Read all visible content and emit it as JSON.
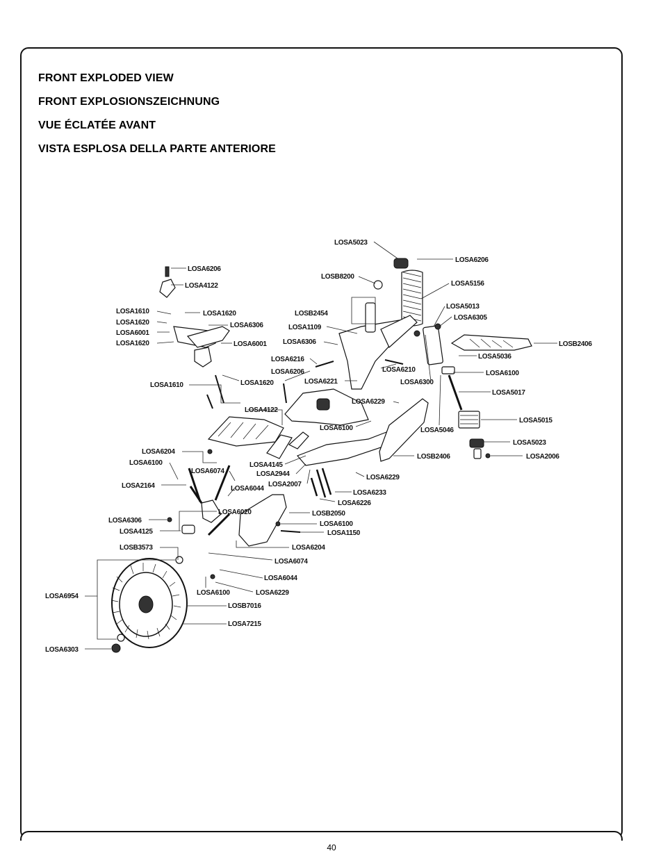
{
  "titles": {
    "en": "FRONT EXPLODED VIEW",
    "de": "FRONT EXPLOSIONSZEICHNUNG",
    "fr": "VUE ÉCLATÉE AVANT",
    "it": "VISTA ESPLOSA DELLA PARTE ANTERIORE"
  },
  "page_number": "40",
  "part_labels": [
    "LOSA5023",
    "LOSA6206",
    "LOSA6206",
    "LOSB8200",
    "LOSA5156",
    "LOSA4122",
    "LOSA1610",
    "LOSA1620",
    "LOSA1620",
    "LOSA6306",
    "LOSA6001",
    "LOSA1620",
    "LOSA6001",
    "LOSB2454",
    "LOSA5013",
    "LOSA6305",
    "LOSA1109",
    "LOSA6306",
    "LOSB2406",
    "LOSA5036",
    "LOSA6216",
    "LOSA6210",
    "LOSA6206",
    "LOSA1620",
    "LOSA6221",
    "LOSA6300",
    "LOSA6100",
    "LOSA1610",
    "LOSA5017",
    "LOSA6229",
    "LOSA4122",
    "LOSA5015",
    "LOSA6100",
    "LOSA5046",
    "LOSA5023",
    "LOSA6204",
    "LOSB2406",
    "LOSA2006",
    "LOSA6100",
    "LOSA4145",
    "LOSA6074",
    "LOSA2944",
    "LOSA6229",
    "LOSA2007",
    "LOSA2164",
    "LOSA6044",
    "LOSA6233",
    "LOSA6226",
    "LOSA6020",
    "LOSB2050",
    "LOSA6306",
    "LOSA6100",
    "LOSA4125",
    "LOSA1150",
    "LOSB3573",
    "LOSA6204",
    "LOSA6074",
    "LOSA6044",
    "LOSA6954",
    "LOSA6100",
    "LOSA6229",
    "LOSB7016",
    "LOSA7215",
    "LOSA6303"
  ]
}
